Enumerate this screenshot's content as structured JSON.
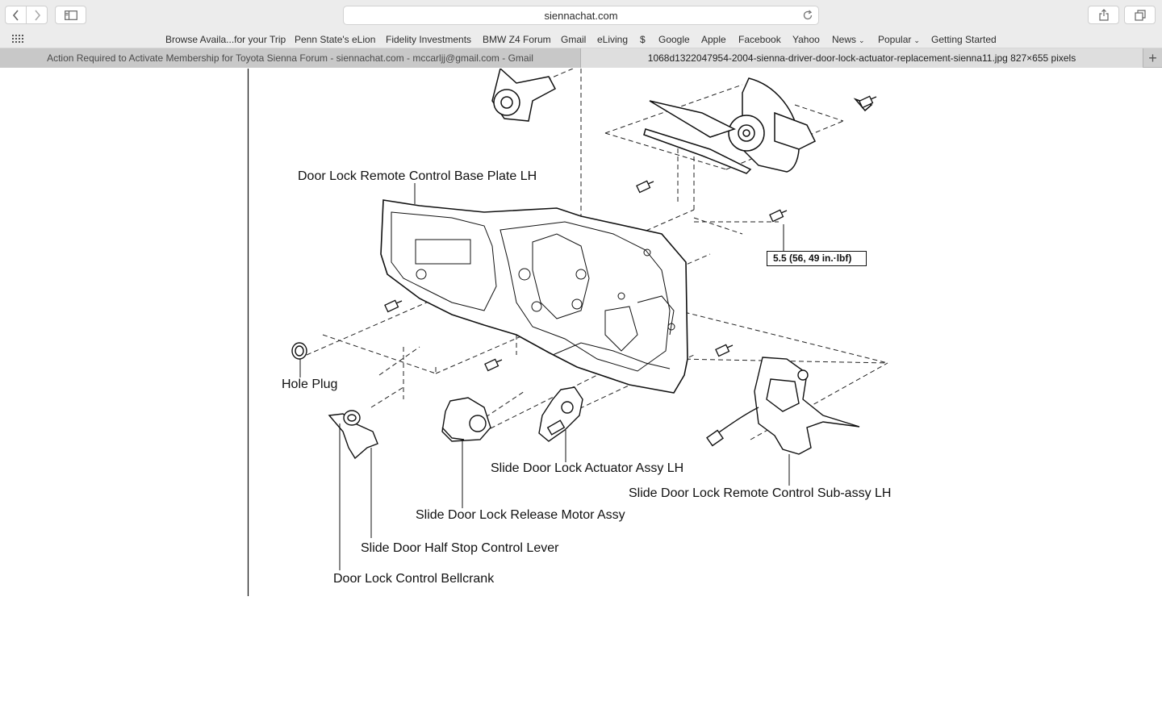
{
  "toolbar": {
    "url": "siennachat.com",
    "back_icon": "chevron-left-icon",
    "forward_icon": "chevron-right-icon",
    "sidebar_icon": "sidebar-icon",
    "reload_icon": "reload-icon",
    "share_icon": "share-icon",
    "tabs_icon": "tabs-overview-icon"
  },
  "bookmarks": {
    "items": [
      {
        "label": "Browse Availa...for your Trip"
      },
      {
        "label": "Penn State's eLion"
      },
      {
        "label": "Fidelity Investments"
      },
      {
        "label": "BMW Z4 Forum"
      },
      {
        "label": "Gmail"
      },
      {
        "label": "eLiving"
      },
      {
        "label": "$"
      },
      {
        "label": "Google"
      },
      {
        "label": "Apple"
      },
      {
        "label": "Facebook"
      },
      {
        "label": "Yahoo"
      },
      {
        "label": "News"
      },
      {
        "label": "Popular"
      },
      {
        "label": "Getting Started"
      }
    ]
  },
  "tabs": [
    {
      "title": "Action Required to Activate Membership for Toyota Sienna Forum - siennachat.com - mccarljj@gmail.com - Gmail",
      "active": false
    },
    {
      "title": "1068d1322047954-2004-sienna-driver-door-lock-actuator-replacement-sienna11.jpg 827×655 pixels",
      "active": true
    }
  ],
  "new_tab_symbol": "+",
  "diagram": {
    "labels": {
      "base_plate": "Door Lock Remote Control Base Plate LH",
      "torque": "5.5 (56, 49 in.·lbf)",
      "hole_plug": "Hole Plug",
      "actuator": "Slide Door Lock Actuator Assy LH",
      "remote_control": "Slide Door Lock Remote Control Sub-assy LH",
      "release_motor": "Slide Door Lock Release Motor Assy",
      "half_stop": "Slide Door Half Stop Control Lever",
      "bellcrank": "Door Lock Control Bellcrank"
    }
  }
}
